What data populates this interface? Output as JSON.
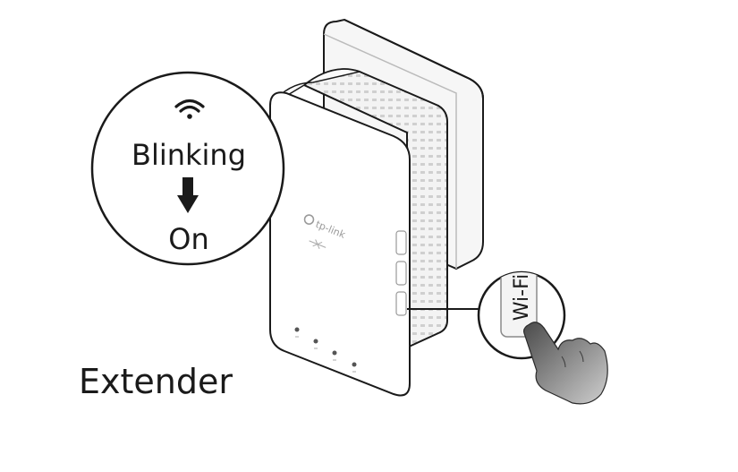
{
  "callout": {
    "state_from": "Blinking",
    "state_to": "On",
    "wifi_icon": "wifi-icon",
    "arrow_icon": "arrow-down-icon"
  },
  "device": {
    "brand": "tp-link",
    "button_label": "Wi-Fi",
    "caption": "Extender"
  },
  "icons": {
    "hand": "pointing-hand-icon",
    "plug": "wall-plug-icon"
  },
  "colors": {
    "outline": "#1a1a1a",
    "device_body": "#ffffff",
    "device_side": "#eeeeee",
    "plate": "#f6f6f6",
    "hand_dark": "#5a5a5a",
    "hand_light": "#bdbdbd"
  }
}
